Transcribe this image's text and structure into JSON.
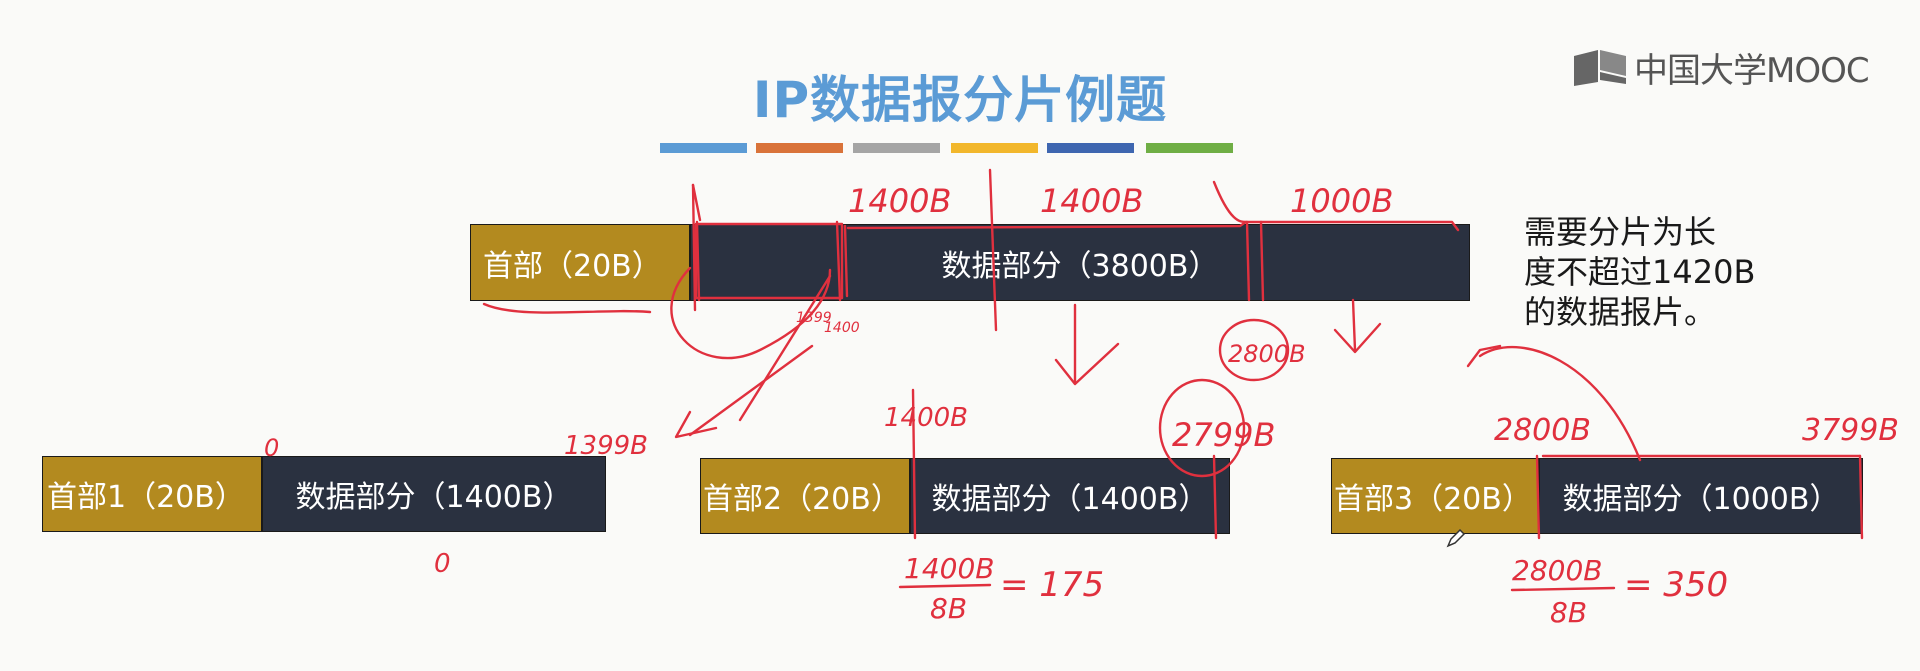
{
  "slide": {
    "title": "IP数据报分片例题",
    "title_color": "#5b9bd5",
    "logo_text": "中国大学MOOC",
    "logo_icon": "mooc-book-icon",
    "color_bars": [
      "#5b9bd5",
      "#d9733a",
      "#a5a5a5",
      "#f2b72c",
      "#3e66b0",
      "#6fae45"
    ],
    "header_color": "#b38a1f",
    "data_color": "#2a3140",
    "annotation_color": "#e0303e"
  },
  "original": {
    "header": "首部（20B）",
    "data": "数据部分（3800B）"
  },
  "note": {
    "line1": "需要分片为长",
    "line2": "度不超过1420B",
    "line3": "的数据报片。"
  },
  "fragments": [
    {
      "header": "首部1（20B）",
      "data": "数据部分（1400B）"
    },
    {
      "header": "首部2（20B）",
      "data": "数据部分（1400B）"
    },
    {
      "header": "首部3（20B）",
      "data": "数据部分（1000B）"
    }
  ],
  "annotations": {
    "top_1": "1400B",
    "top_2": "1400B",
    "top_3": "1000B",
    "small_1": "1399",
    "small_2": "1400",
    "circle_1": "2800B",
    "circle_2": "2799B",
    "frag1_start": "0",
    "frag1_end": "1399B",
    "frag1_offset": "0",
    "frag2_start": "1400B",
    "frag2_num": "1400B",
    "frag2_den": "8B",
    "frag2_result": "= 175",
    "frag3_start": "2800B",
    "frag3_end": "3799B",
    "frag3_num": "2800B",
    "frag3_den": "8B",
    "frag3_result": "= 350"
  }
}
